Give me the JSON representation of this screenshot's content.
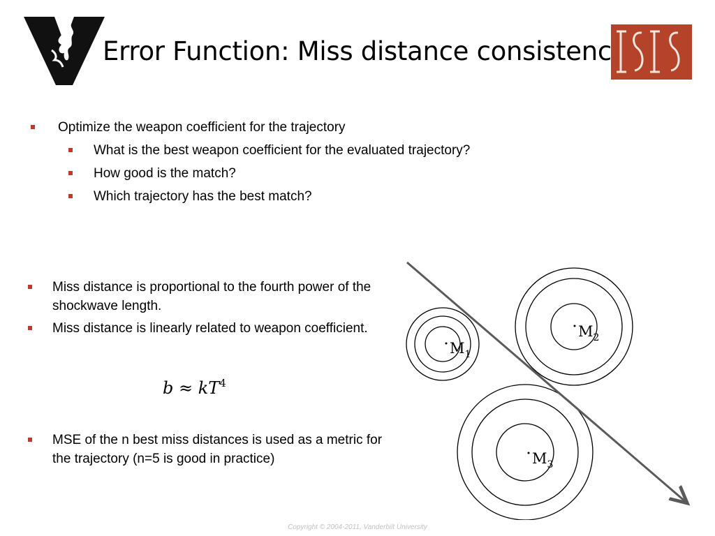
{
  "slide": {
    "title": "Error Function: Miss distance consistency",
    "logos": {
      "left": "vanderbilt-oak-leaf-v-logo",
      "right": "isis-logo"
    },
    "top_bullets": [
      {
        "level": 1,
        "text": "Optimize the weapon coefficient for the trajectory"
      },
      {
        "level": 2,
        "text": "What is the best weapon coefficient for the evaluated trajectory?"
      },
      {
        "level": 2,
        "text": "How good is the match?"
      },
      {
        "level": 2,
        "text": "Which trajectory has the best match?"
      }
    ],
    "mid_bullets": [
      "Miss distance is proportional to the fourth power of the shockwave length.",
      "Miss distance is linearly related to weapon coefficient."
    ],
    "formula": {
      "lhs": "b",
      "op": "≈",
      "rhs": "kT",
      "exponent": "4"
    },
    "bottom_bullets": [
      "MSE of the n best miss distances is used as a metric for the trajectory (n=5 is good in practice)"
    ],
    "diagram": {
      "labels": [
        {
          "letter": "M",
          "sub": "1"
        },
        {
          "letter": "M",
          "sub": "2"
        },
        {
          "letter": "M",
          "sub": "3"
        }
      ]
    },
    "copyright": "Copyright © 2004-2011, Vanderbilt University",
    "colors": {
      "bullet": "#c0392b",
      "isis_bg": "#b5432a",
      "arrow": "#5a5a5a"
    }
  }
}
